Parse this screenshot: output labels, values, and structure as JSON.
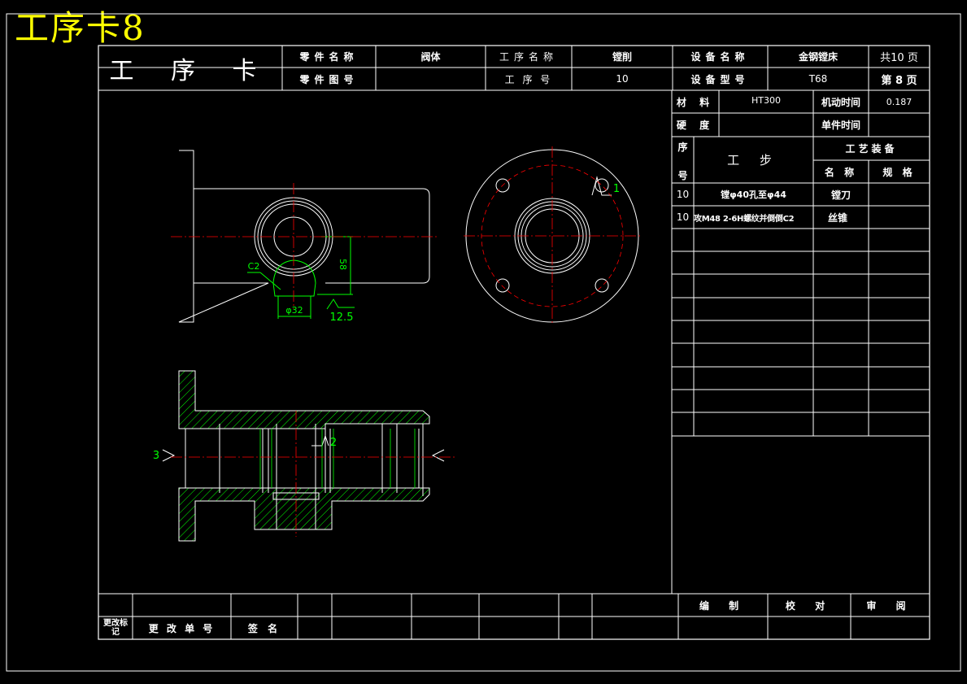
{
  "corner_title": "工序卡8",
  "header": {
    "card_title": "工 序 卡",
    "part_name_label": "零件名称",
    "part_name": "阀体",
    "part_no_label": "零件图号",
    "part_no": "",
    "proc_name_label": "工序名称",
    "proc_name": "镗削",
    "proc_no_label": "工  序  号",
    "proc_no": "10",
    "equip_name_label": "设备名称",
    "equip_name": "金钢镗床",
    "equip_model_label": "设备型号",
    "equip_model": "T68",
    "total_pages": "共10 页",
    "page_no": "第 8 页"
  },
  "info": {
    "material_label": "材 料",
    "material": "HT300",
    "machine_time_label": "机动时间",
    "machine_time": "0.187",
    "hardness_label": "硬 度",
    "hardness": "",
    "unit_time_label": "单件时间",
    "unit_time": ""
  },
  "steps_table": {
    "seq_label_top": "序",
    "seq_label_bottom": "号",
    "step_label": "工  步",
    "equip_label": "工艺装备",
    "name_label": "名 称",
    "spec_label": "规 格",
    "rows": [
      {
        "seq": "10",
        "step": "镗φ40孔至φ44",
        "tool": "镗刀"
      },
      {
        "seq": "10",
        "step": "攻M48 2-6H螺纹并倒倒C2",
        "tool": "丝锥"
      }
    ]
  },
  "drawing": {
    "dim_chamfer": "C2",
    "dim_dia": "φ32",
    "dim_height": "58",
    "dim_rough": "12.5",
    "mark_1": "1",
    "mark_2": "2",
    "mark_3": "3"
  },
  "footer": {
    "change_mark": "更改标记",
    "change_no": "更 改 单 号",
    "signature": "签 名",
    "compiled": "编 制",
    "checked": "校 对",
    "reviewed": "审 阅"
  },
  "colors": {
    "line": "#ffffff",
    "center": "#ff0000",
    "dim": "#00ff00",
    "title": "#ffff00"
  }
}
